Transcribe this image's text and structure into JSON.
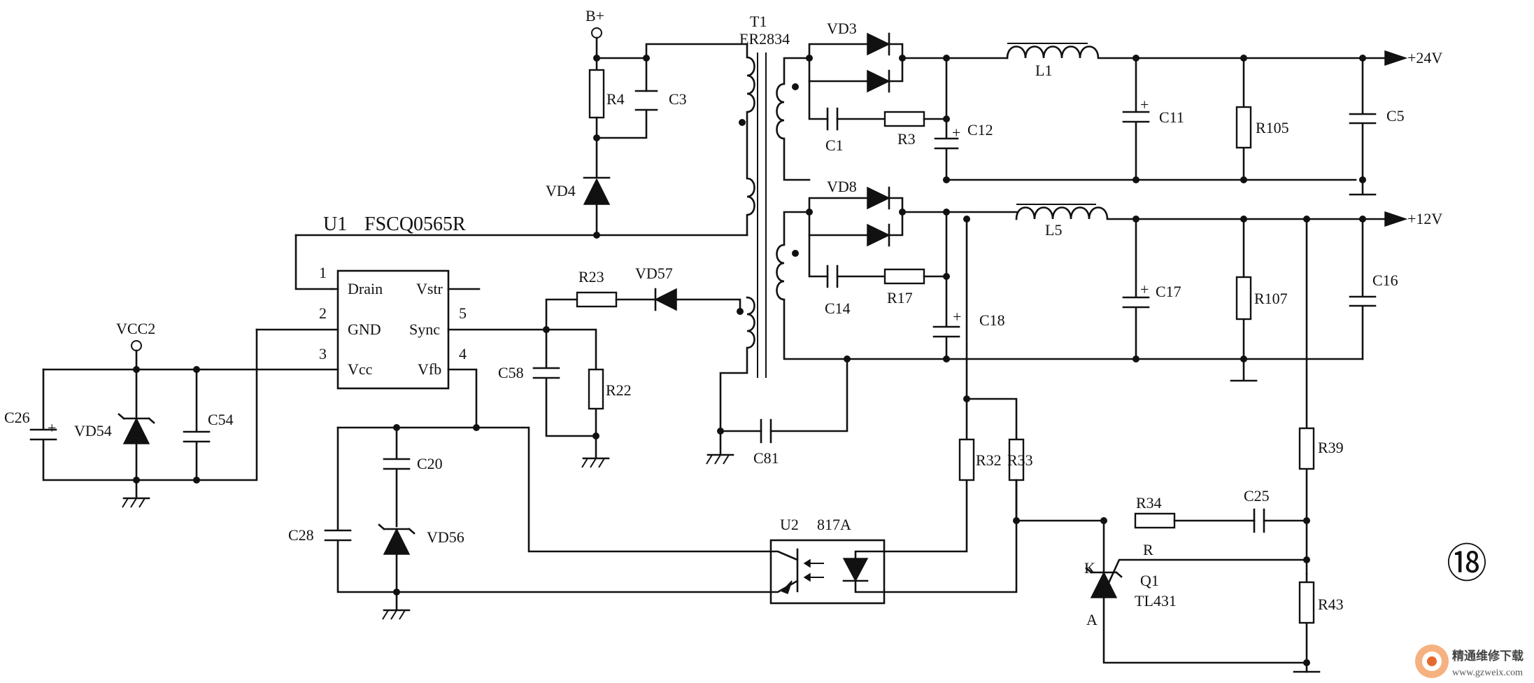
{
  "title": "",
  "rails": {
    "bplus": "B+",
    "vcc2": "VCC2",
    "out24": "+24V",
    "out12": "+12V"
  },
  "transformer": {
    "ref": "T1",
    "model": "ER2834"
  },
  "ics": {
    "u1": {
      "ref": "U1",
      "part": "FSCQ0565R",
      "pins": [
        {
          "num": "1",
          "name": "Drain"
        },
        {
          "num": "2",
          "name": "GND"
        },
        {
          "num": "3",
          "name": "Vcc"
        },
        {
          "num": "4",
          "name": "Vfb"
        },
        {
          "num": "5",
          "name": "Sync"
        },
        {
          "num": "",
          "name": "Vstr"
        }
      ]
    },
    "u2": {
      "ref": "U2",
      "part": "817A"
    },
    "q1": {
      "ref": "Q1",
      "part": "TL431",
      "k": "K",
      "a": "A",
      "r": "R"
    }
  },
  "resistors": [
    "R4",
    "R23",
    "R22",
    "R3",
    "R17",
    "R105",
    "R107",
    "R32",
    "R33",
    "R34",
    "R39",
    "R43"
  ],
  "capacitors": [
    "C3",
    "C1",
    "C12",
    "C11",
    "C5",
    "C14",
    "C18",
    "C17",
    "C16",
    "C58",
    "C81",
    "C26",
    "C54",
    "C20",
    "C25",
    "C28"
  ],
  "diodes": [
    "VD3",
    "VD8",
    "VD4",
    "VD57",
    "VD54",
    "VD56"
  ],
  "inductors": [
    "L1",
    "L5"
  ],
  "page_marker": "⑱",
  "watermark": {
    "brand": "精通维修下载",
    "url": "www.gzweix.com"
  }
}
